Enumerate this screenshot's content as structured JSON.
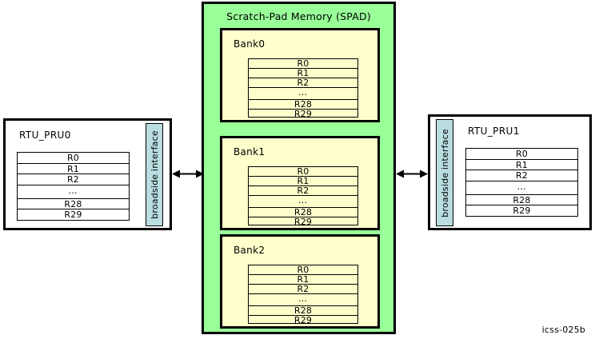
{
  "diagram": {
    "caption": "icss-025b",
    "colors": {
      "spad_fill": "#99ff99",
      "bank_fill": "#ffffcc",
      "broadside_fill": "#b9dde1",
      "pru_fill": "#ffffff",
      "stroke": "#000000"
    },
    "registers": [
      "R0",
      "R1",
      "R2",
      "…",
      "R28",
      "R29"
    ],
    "left_unit": {
      "title": "RTU_PRU0",
      "interface_label": "broadside interface",
      "registers": [
        "R0",
        "R1",
        "R2",
        "…",
        "R28",
        "R29"
      ]
    },
    "right_unit": {
      "title": "RTU_PRU1",
      "interface_label": "broadside interface",
      "registers": [
        "R0",
        "R1",
        "R2",
        "…",
        "R28",
        "R29"
      ]
    },
    "spad": {
      "title": "Scratch-Pad Memory (SPAD)",
      "banks": [
        {
          "title": "Bank0",
          "registers": [
            "R0",
            "R1",
            "R2",
            "…",
            "R28",
            "R29"
          ]
        },
        {
          "title": "Bank1",
          "registers": [
            "R0",
            "R1",
            "R2",
            "…",
            "R28",
            "R29"
          ]
        },
        {
          "title": "Bank2",
          "registers": [
            "R0",
            "R1",
            "R2",
            "…",
            "R28",
            "R29"
          ]
        }
      ]
    },
    "connections": [
      {
        "name": "pru0-spad-link",
        "type": "bidirectional"
      },
      {
        "name": "pru1-spad-link",
        "type": "bidirectional"
      }
    ]
  }
}
